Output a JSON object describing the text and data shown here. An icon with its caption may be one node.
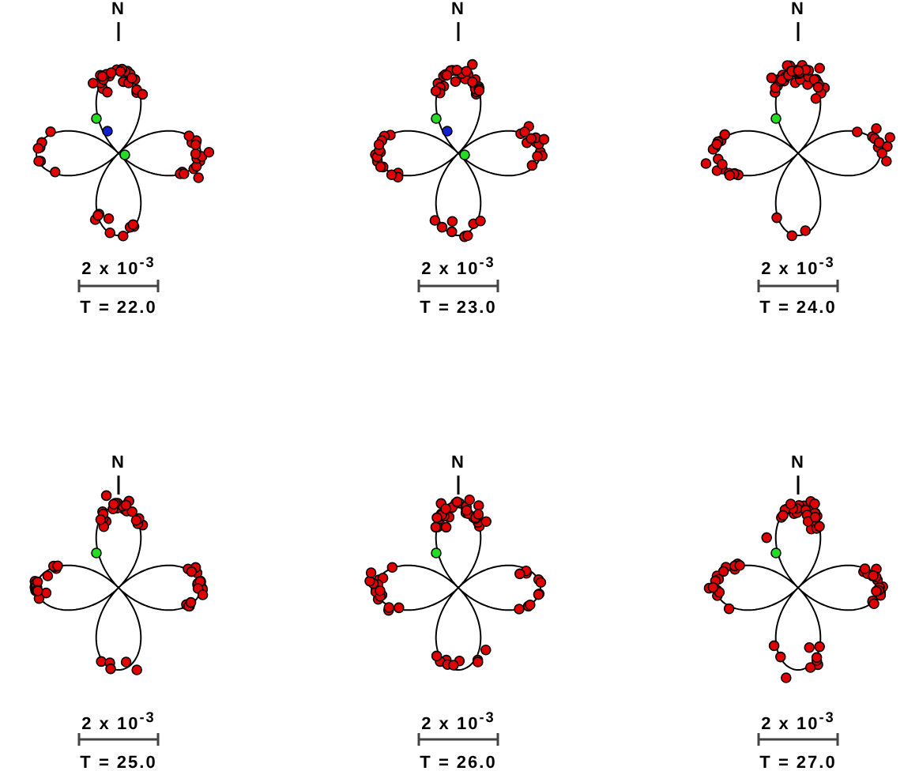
{
  "diagram": {
    "labels": [
      "N",
      "N",
      "N",
      "2 x 10$^{-3}$",
      "2 x 10$^{-3}$",
      "2 x 10$^{-3}$",
      "T = 22.0",
      "T = 23.0",
      "T = 24.0",
      "N",
      "N",
      "N",
      "2 x 10$^{-3}$",
      "2 x 10$^{-3}$",
      "2 x 10$^{-3}$",
      "T = 25.0",
      "T = 26.0",
      "T = 27.0"
    ]
  }
}
